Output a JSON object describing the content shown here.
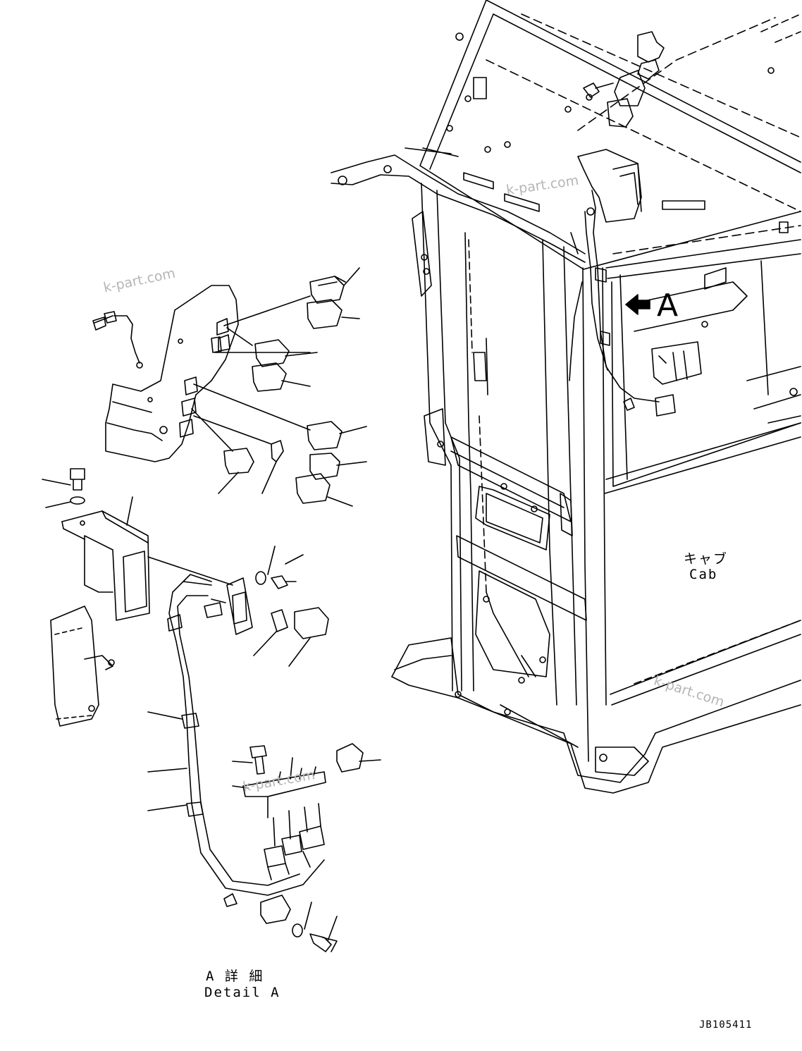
{
  "labels": {
    "view_arrow": "A",
    "cab_jp": "キャブ",
    "cab_en": "Cab",
    "detail_jp": "A 詳 細",
    "detail_en": "Detail A",
    "drawing_no": "JB105411"
  },
  "watermarks": [
    "k-part.com",
    "k-part.com",
    "k-part.com",
    "k-part.com"
  ],
  "colors": {
    "line": "#000000",
    "background": "#ffffff",
    "watermark": "#b5b5b5"
  }
}
